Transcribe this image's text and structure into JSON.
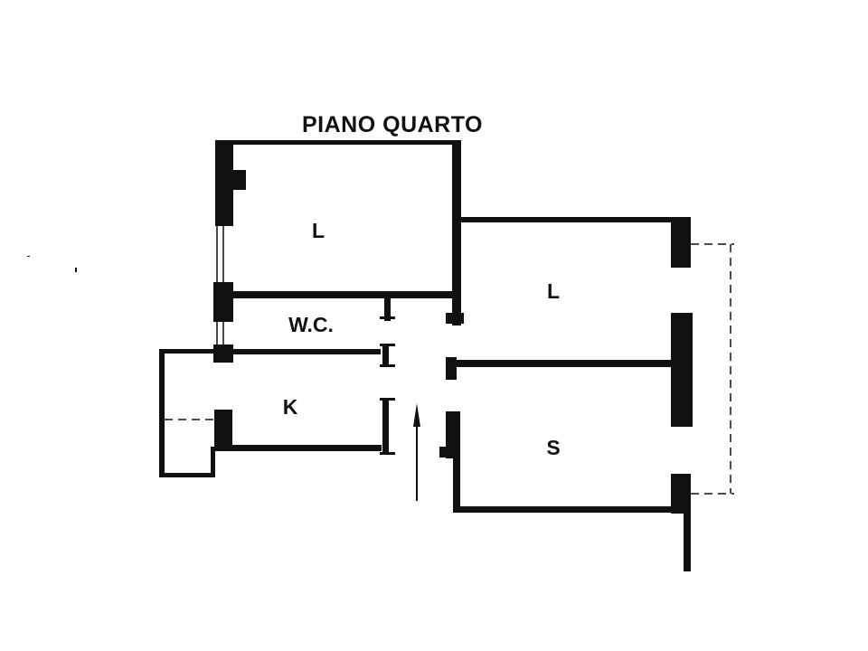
{
  "title": "PIANO QUARTO",
  "rooms": {
    "bedroom_top": "L",
    "bedroom_right": "L",
    "bathroom": "W.C.",
    "kitchen": "K",
    "living": "S"
  },
  "colors": {
    "wall": "#111111",
    "background": "#ffffff"
  }
}
